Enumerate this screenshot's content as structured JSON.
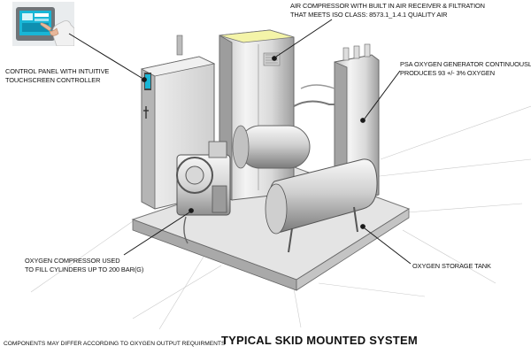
{
  "callouts": {
    "control_panel": {
      "line1": "CONTROL PANEL WITH INTUITIVE",
      "line2": "TOUCHSCREEN CONTROLLER"
    },
    "air_compressor": {
      "line1": "AIR COMPRESSOR WITH BUILT IN AIR RECEIVER & FILTRATION",
      "line2": "THAT MEETS ISO CLASS: 8573.1_1.4.1 QUALITY AIR"
    },
    "psa_generator": {
      "line1": "PSA OXYGEN GENERATOR CONTINUOUSLY",
      "line2": "PRODUCES 93 +/- 3% OXYGEN"
    },
    "oxygen_compressor": {
      "line1": "OXYGEN COMPRESSOR USED",
      "line2": "TO FILL CYLINDERS UP TO 200 BAR(G)"
    },
    "storage_tank": {
      "line1": "OXYGEN STORAGE TANK"
    }
  },
  "footer": {
    "note": "COMPONENTS MAY DIFFER ACCORDING TO OXYGEN OUTPUT REQUIRMENTS",
    "title": "TYPICAL SKID MOUNTED SYSTEM"
  },
  "colors": {
    "accent_cyan": "#19b6d6",
    "ink": "#1a1a1a",
    "sketch_gray": "#8a8a8a"
  }
}
